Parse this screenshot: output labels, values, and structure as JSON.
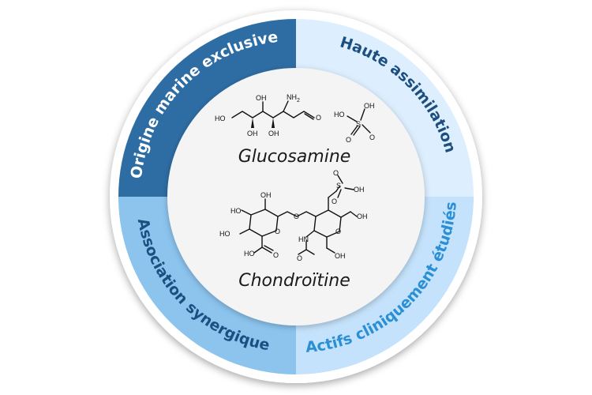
{
  "segments": [
    {
      "label": "Origine marine exclusive",
      "color": "#2e6da4",
      "text_color": "#ffffff"
    },
    {
      "label": "Haute assimilation",
      "color": "#ddefff",
      "text_color": "#1c4f80"
    },
    {
      "label": "Actifs cliniquement étudiés",
      "color": "#c4e2fb",
      "text_color": "#2a8fd4"
    },
    {
      "label": "Association synergique",
      "color": "#8cc4ee",
      "text_color": "#1c4f80"
    }
  ],
  "molecules": {
    "glucosamine": {
      "name": "Glucosamine"
    },
    "chondroitine": {
      "name": "Chondroïtine"
    }
  },
  "atoms": {
    "ho": "HO",
    "oh": "OH",
    "nh2": "NH",
    "nh2_sub": "2",
    "o": "O",
    "s": "S",
    "hn": "HN"
  },
  "colors": {
    "center_fill": "#f4f4f4",
    "outer_ring": "#ffffff"
  }
}
